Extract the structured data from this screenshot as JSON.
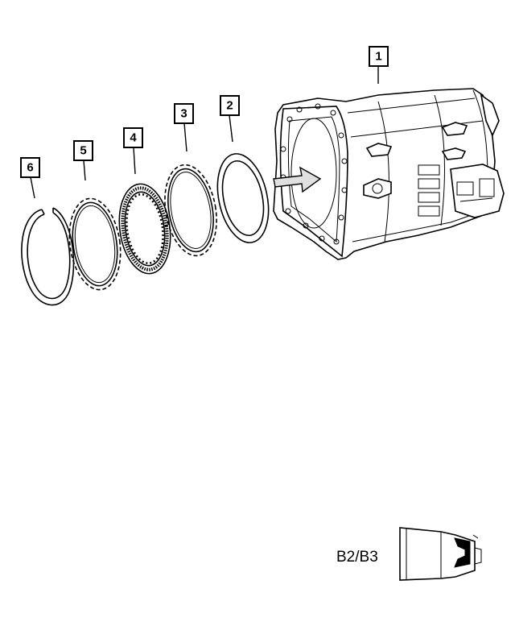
{
  "callouts": [
    {
      "id": "1"
    },
    {
      "id": "2"
    },
    {
      "id": "3"
    },
    {
      "id": "4"
    },
    {
      "id": "5"
    },
    {
      "id": "6"
    }
  ],
  "inset": {
    "label": "B2/B3"
  },
  "colors": {
    "ink": "#000000",
    "paper": "#ffffff",
    "arrow_fill": "#e0e0e0"
  }
}
